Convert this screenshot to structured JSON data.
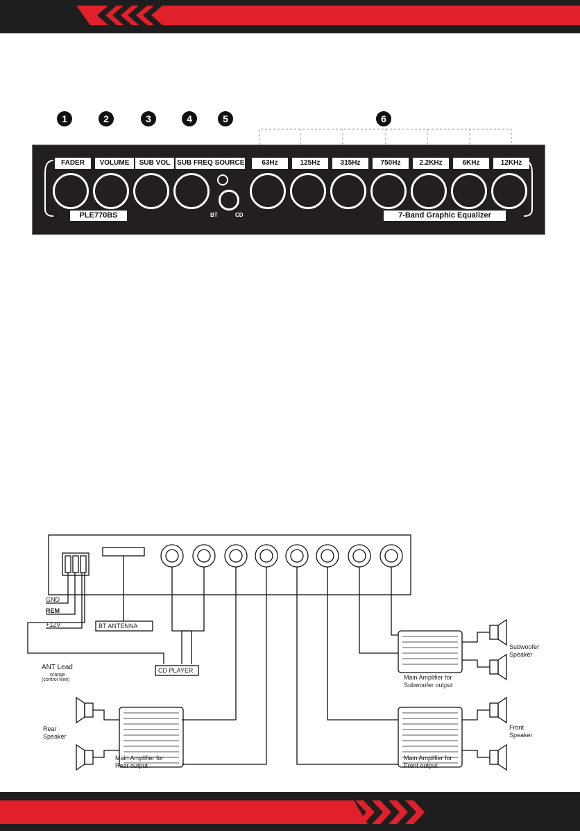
{
  "panel": {
    "labels": [
      "FADER",
      "VOLUME",
      "SUB VOL",
      "SUB FREQ",
      "SOURCE",
      "63Hz",
      "125Hz",
      "315Hz",
      "750Hz",
      "2.2KHz",
      "6KHz",
      "12KHz"
    ],
    "model": "PLE770BS",
    "eq_title": "7-Band Graphic Equalizer",
    "source_options": [
      "BT",
      "CD"
    ],
    "callouts": [
      "1",
      "2",
      "3",
      "4",
      "5",
      "6"
    ]
  },
  "wiring": {
    "gnd": "GND",
    "rem": "REM",
    "v12": "+12V",
    "ant_lead": "ANT Lead",
    "ant_color": "orange",
    "ant_note": "(control wire)",
    "bt_antenna": "BT ANTENNA",
    "cd_player": "CD PLAYER",
    "rear_speaker": [
      "Rear",
      "Speaker"
    ],
    "rear_amp": [
      "Main Amplifier for",
      "Rear output"
    ],
    "sub_speaker": [
      "Subwoofer",
      "Speaker"
    ],
    "sub_amp": [
      "Main Amplifier for",
      "Subwoofer output"
    ],
    "front_speaker": [
      "Front",
      "Speaker"
    ],
    "front_amp": [
      "Main Amplifier for",
      "Front output"
    ]
  },
  "colors": {
    "accent": "#e0202a",
    "dark": "#1e1e1e",
    "panel": "#231f20"
  }
}
